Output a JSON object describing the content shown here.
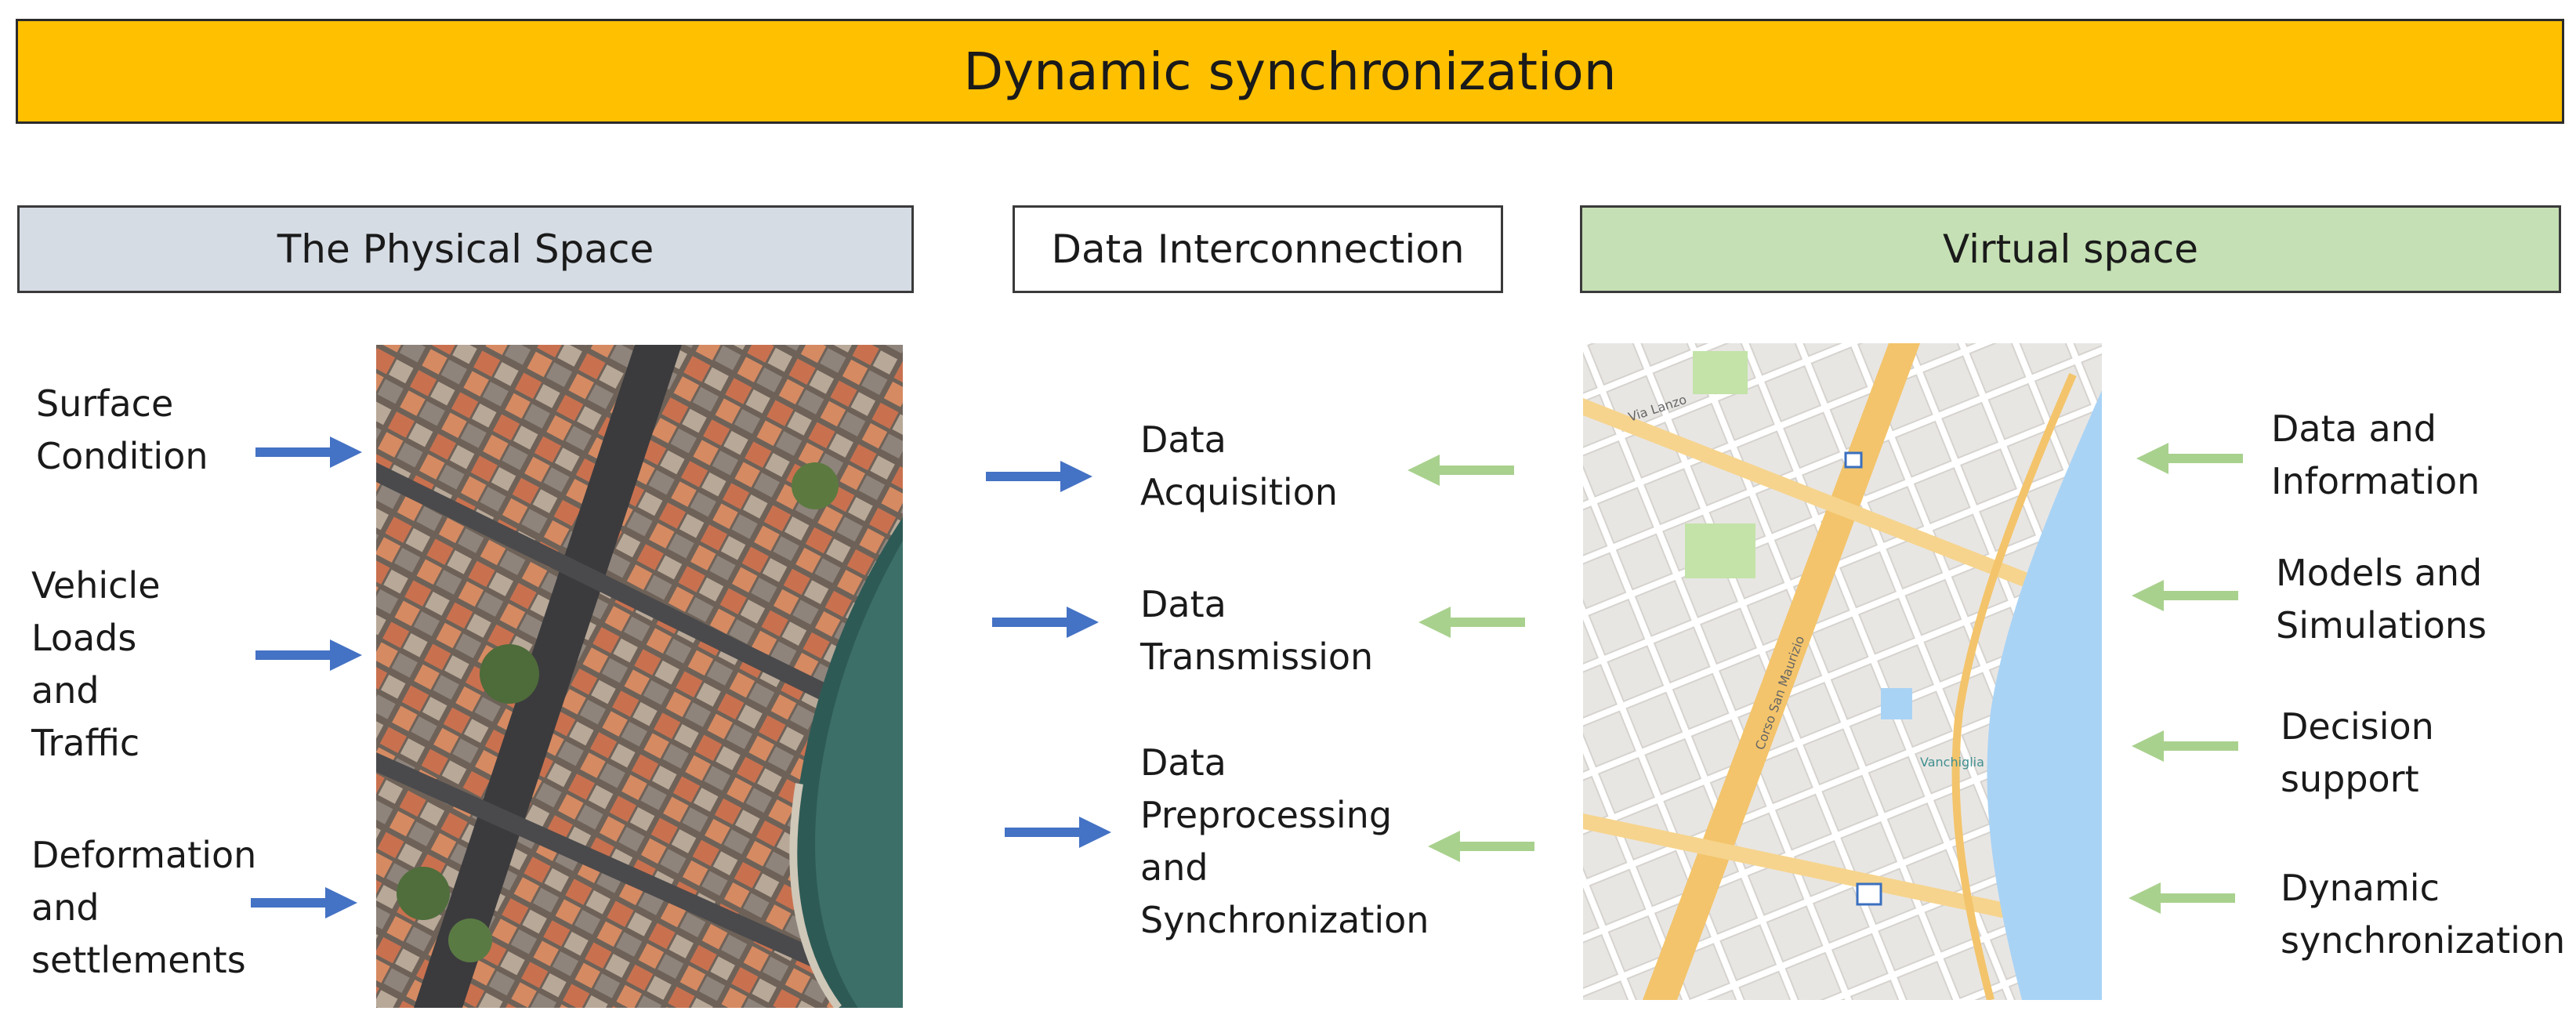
{
  "banner": {
    "title": "Dynamic synchronization"
  },
  "headers": {
    "physical": "The Physical Space",
    "interconnection": "Data Interconnection",
    "virtual": "Virtual space"
  },
  "colors": {
    "banner": "#ffc000",
    "physical_header": "#d6dce4",
    "virtual_header": "#c5e0b4",
    "blue_arrow": "#4472c4",
    "green_arrow": "#a9d18e"
  },
  "physical_inputs": [
    {
      "lines": [
        "Surface",
        "Condition"
      ]
    },
    {
      "lines": [
        "Vehicle",
        "Loads",
        "and",
        "Traffic"
      ]
    },
    {
      "lines": [
        "Deformation",
        "and",
        "settlements"
      ]
    }
  ],
  "data_steps": [
    {
      "lines": [
        "Data",
        "Acquisition"
      ]
    },
    {
      "lines": [
        "Data",
        "Transmission"
      ]
    },
    {
      "lines": [
        "Data",
        "Preprocessing",
        "and",
        "Synchronization"
      ]
    }
  ],
  "virtual_outputs": [
    {
      "lines": [
        "Data and",
        "Information"
      ]
    },
    {
      "lines": [
        "Models and",
        "Simulations"
      ]
    },
    {
      "lines": [
        "Decision",
        "support"
      ]
    },
    {
      "lines": [
        "Dynamic",
        "synchronization"
      ]
    }
  ],
  "map_labels": {
    "street_1": "Via Lanzo",
    "street_2": "Corso San Maurizio",
    "district": "Vanchiglia"
  }
}
